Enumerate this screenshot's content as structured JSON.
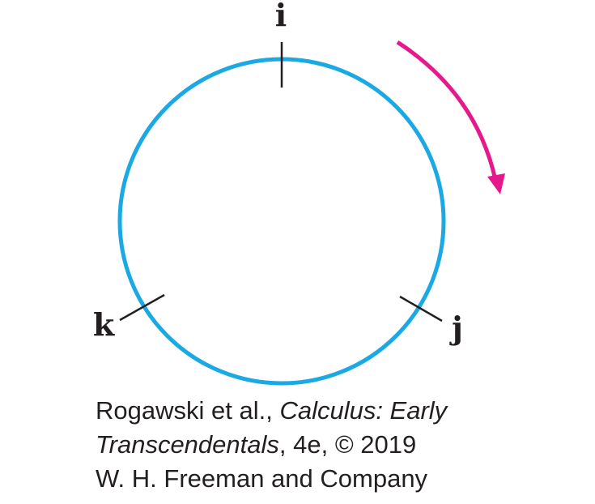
{
  "labels": {
    "i": "i",
    "j": "j",
    "k": "k"
  },
  "credit": {
    "line1_author": "Rogawski et al., ",
    "line1_title": "Calculus: Early",
    "line2_title": "Transcendentals",
    "line2_rest": ", 4e, © 2019",
    "line3": "W. H. Freeman and Company"
  },
  "colors": {
    "circle": "#1ba9e3",
    "arrow": "#e6198c",
    "ticks": "#231f20",
    "text": "#231f20"
  }
}
